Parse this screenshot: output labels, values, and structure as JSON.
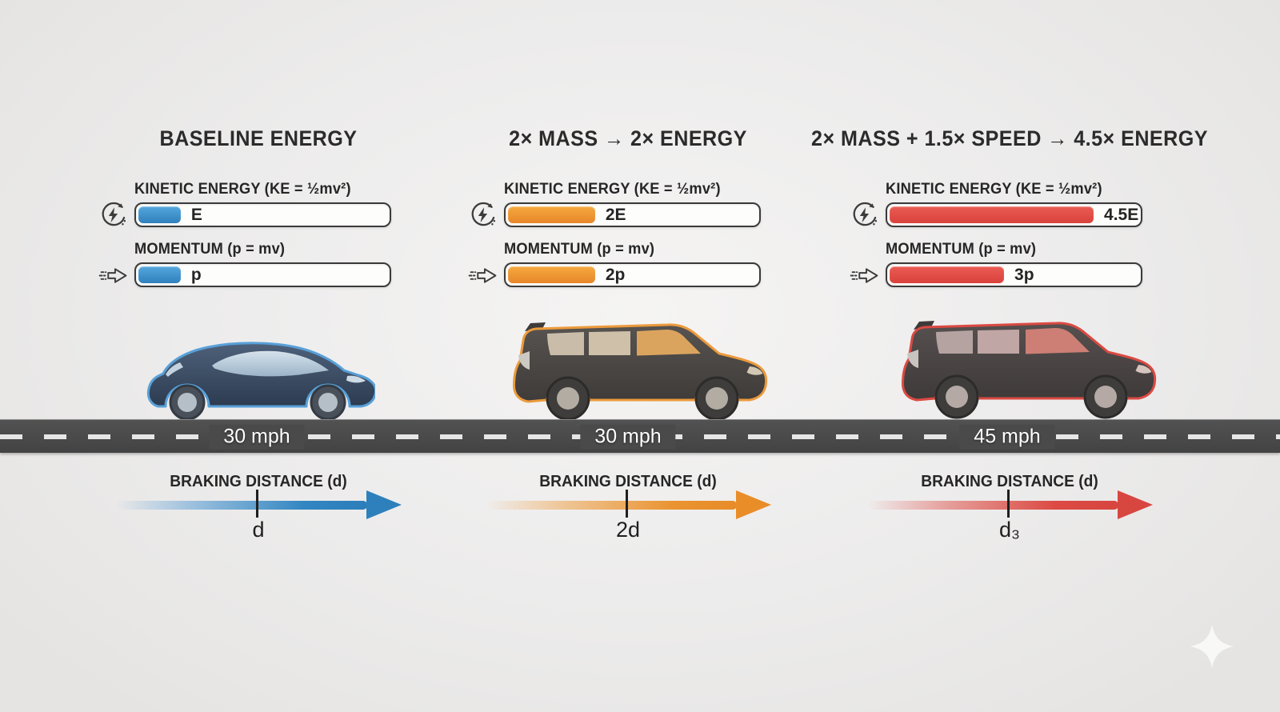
{
  "page": {
    "background_color": "#edecec",
    "road_color": "#4a4a4a",
    "decoration_icon": "sparkle-icon"
  },
  "icons": {
    "kinetic": "energy-cycle-icon",
    "momentum": "momentum-arrow-icon"
  },
  "columns": [
    {
      "title": "BASELINE ENERGY",
      "accent": "#3286c2",
      "vehicle": "blue-sedan",
      "speed": "30 mph",
      "kinetic_label": "KINETIC ENERGY (KE = ½mv²)",
      "kinetic_value": "E",
      "kinetic_fill_pct": 17,
      "momentum_label": "MOMENTUM (p = mv)",
      "momentum_value": "p",
      "momentum_fill_pct": 17,
      "braking_label": "BRAKING DISTANCE (d)",
      "braking_value": "d"
    },
    {
      "title": "2× MASS → 2× ENERGY",
      "accent": "#ea9330",
      "vehicle": "orange-suv",
      "speed": "30 mph",
      "kinetic_label": "KINETIC ENERGY (KE = ½mv²)",
      "kinetic_value": "2E",
      "kinetic_fill_pct": 35,
      "momentum_label": "MOMENTUM (p = mv)",
      "momentum_value": "2p",
      "momentum_fill_pct": 35,
      "braking_label": "BRAKING DISTANCE (d)",
      "braking_value": "2d"
    },
    {
      "title": "2× MASS + 1.5× SPEED → 4.5× ENERGY",
      "accent": "#dc4a43",
      "vehicle": "red-suv",
      "speed": "45 mph",
      "kinetic_label": "KINETIC ENERGY (KE = ½mv²)",
      "kinetic_value": "4.5E",
      "kinetic_fill_pct": 82,
      "momentum_label": "MOMENTUM (p = mv)",
      "momentum_value": "3p",
      "momentum_fill_pct": 46,
      "braking_label": "BRAKING DISTANCE (d)",
      "braking_value": "d₃"
    }
  ]
}
